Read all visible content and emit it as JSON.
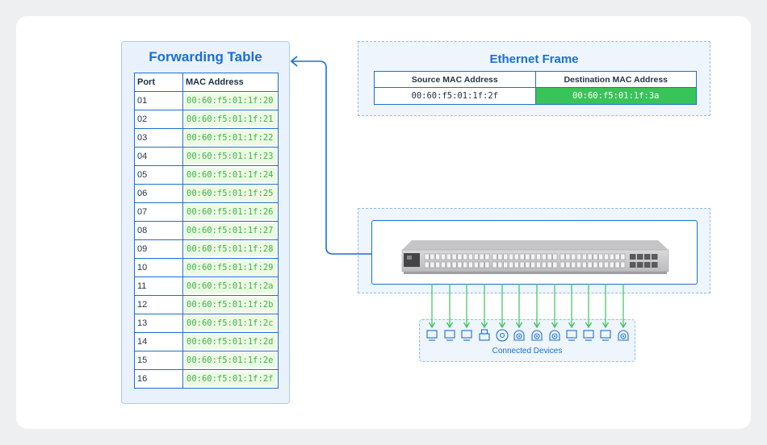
{
  "forwarding_table": {
    "title": "Forwarding Table",
    "headers": {
      "port": "Port",
      "mac": "MAC Address"
    },
    "rows": [
      {
        "port": "01",
        "mac": "00:60:f5:01:1f:20"
      },
      {
        "port": "02",
        "mac": "00:60:f5:01:1f:21"
      },
      {
        "port": "03",
        "mac": "00:60:f5:01:1f:22"
      },
      {
        "port": "04",
        "mac": "00:60:f5:01:1f:23"
      },
      {
        "port": "05",
        "mac": "00:60:f5:01:1f:24"
      },
      {
        "port": "06",
        "mac": "00:60:f5:01:1f:25"
      },
      {
        "port": "07",
        "mac": "00:60:f5:01:1f:26"
      },
      {
        "port": "08",
        "mac": "00:60:f5:01:1f:27"
      },
      {
        "port": "09",
        "mac": "00:60:f5:01:1f:28"
      },
      {
        "port": "10",
        "mac": "00:60:f5:01:1f:29"
      },
      {
        "port": "11",
        "mac": "00:60:f5:01:1f:2a"
      },
      {
        "port": "12",
        "mac": "00:60:f5:01:1f:2b"
      },
      {
        "port": "13",
        "mac": "00:60:f5:01:1f:2c"
      },
      {
        "port": "14",
        "mac": "00:60:f5:01:1f:2d"
      },
      {
        "port": "15",
        "mac": "00:60:f5:01:1f:2e"
      },
      {
        "port": "16",
        "mac": "00:60:f5:01:1f:2f"
      }
    ]
  },
  "ethernet_frame": {
    "title": "Ethernet Frame",
    "source_header": "Source MAC Address",
    "destination_header": "Destination MAC Address",
    "source_value": "00:60:f5:01:1f:2f",
    "destination_value": "00:60:f5:01:1f:3a"
  },
  "connected_devices": {
    "label": "Connected Devices",
    "icons": [
      "monitor-icon",
      "monitor-icon",
      "monitor-icon",
      "printer-icon",
      "camera-icon",
      "security-camera-icon",
      "security-camera-icon",
      "security-camera-icon",
      "monitor-icon",
      "monitor-icon",
      "monitor-icon",
      "security-camera-icon"
    ]
  },
  "colors": {
    "accent_blue": "#1c6fd3",
    "accent_green": "#38c458",
    "mac_text_green": "#3fb24a",
    "panel_fill": "#e9f2fc"
  }
}
